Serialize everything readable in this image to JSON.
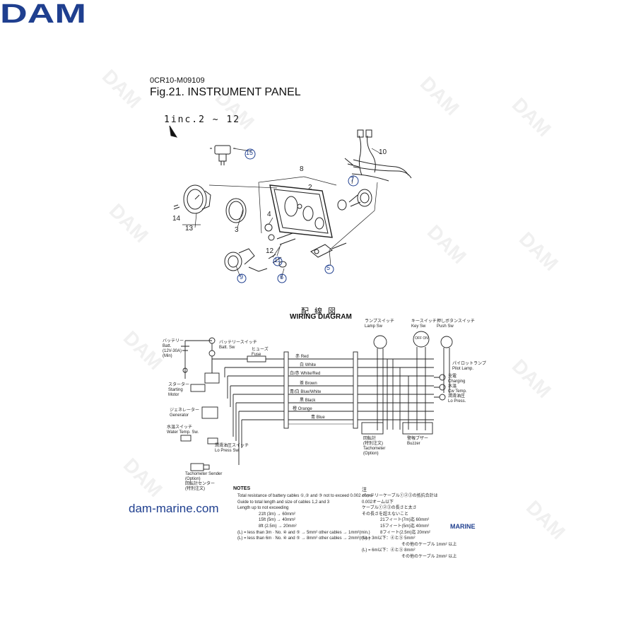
{
  "header": {
    "doc_code": "0CR10-M09109",
    "figure_title": "Fig.21.  INSTRUMENT PANEL"
  },
  "parts": {
    "note": "1inc.2 ~ 12",
    "labels": [
      "8",
      "2",
      "10",
      "7",
      "15",
      "14",
      "13",
      "3",
      "4",
      "12",
      "5",
      "9",
      "11",
      "6"
    ]
  },
  "wiring": {
    "title_jp": "配線図",
    "title_en": "WIRING DIAGRAM",
    "battery": [
      "バッテリー",
      "Batt.",
      "(12V-30A)",
      "(Min)"
    ],
    "battery_switch": [
      "バッテリースイッチ",
      "Batt. Sw"
    ],
    "fuse": [
      "ヒューズ",
      "Fuse"
    ],
    "starter": [
      "スターター",
      "Starting",
      "Motor"
    ],
    "generator": [
      "ジェネレーター",
      "Generator"
    ],
    "water_temp_switch": [
      "水温スイッチ",
      "Water Temp. Sw."
    ],
    "lo_press_switch": [
      "潤滑油圧スイッチ",
      "Lo Press Sw."
    ],
    "tacho_sender": [
      "Tachometer Sender",
      "(Option)",
      "回転計センター",
      "(特別注文)"
    ],
    "wires": [
      {
        "jp": "赤",
        "en": "Red"
      },
      {
        "jp": "白",
        "en": "White"
      },
      {
        "jp": "白/赤",
        "en": "White/Red"
      },
      {
        "jp": "茶",
        "en": "Brown"
      },
      {
        "jp": "青/白",
        "en": "Blue/White"
      },
      {
        "jp": "黒",
        "en": "Black"
      },
      {
        "jp": "橙",
        "en": "Orange"
      },
      {
        "jp": "青",
        "en": "Blue"
      }
    ],
    "lamp_switch": [
      "ランプスイッチ",
      "Lamp Sw"
    ],
    "key_switch": [
      "キースイッチ",
      "Key Sw"
    ],
    "key_positions": "OFF ON",
    "push_switch": [
      "押しボタンスイッチ",
      "Push Sw"
    ],
    "pilot_lamp": [
      "パイロットランプ",
      "Pilot Lamp."
    ],
    "indicators": [
      {
        "jp": "充電",
        "en": "Charging"
      },
      {
        "jp": "水温",
        "en": "Cw Temp."
      },
      {
        "jp": "潤滑油圧",
        "en": "Lo Press."
      }
    ],
    "tachometer": [
      "回転計",
      "(特別注文)",
      "Tachometer",
      "(Option)"
    ],
    "buzzer": [
      "警報ブザー",
      "Buzzer"
    ]
  },
  "notes_en": {
    "heading": "NOTES",
    "lines": [
      "Total resistance of battery cables ①,② and ③ not to exceed 0.002 ohms",
      "Guide to total length and size of cables 1,2 and 3",
      "Length up to not exceeding",
      "21ft (3m) → 60mm²",
      "15ft (5m) → 40mm²",
      "8ft (2.5m) → 20mm²",
      "(L) = less than 3m · No. ④ and ⑤ → 5mm²  other cables → 1mm²(min.)",
      "(L) = less than 6m · No. ④ and ⑤ → 8mm²  other cables → 2mm²(min.)"
    ]
  },
  "notes_jp": {
    "heading": "注",
    "lines": [
      "バッテリーケーブル①②③の抵抗合計は",
      "0.002オーム以下",
      "ケーブル①②③の長さと太さ",
      "その長さを超えないこと",
      "21フィート(7m)迄  60mm²",
      "15フィート(5m)迄  40mm²",
      "8フィート(2.5m)迄  20mm²",
      "(L) = 3m以下：④と⑤ 5mm²",
      "その他のケーブル 1mm² 以上",
      "(L) = 6m以下：④と⑤ 8mm²",
      "その他のケーブル 2mm² 以上"
    ]
  },
  "branding": {
    "site": "dam-marine.com",
    "logo": "DAM",
    "logo_sub": "MARINE",
    "watermark": "DAM"
  }
}
